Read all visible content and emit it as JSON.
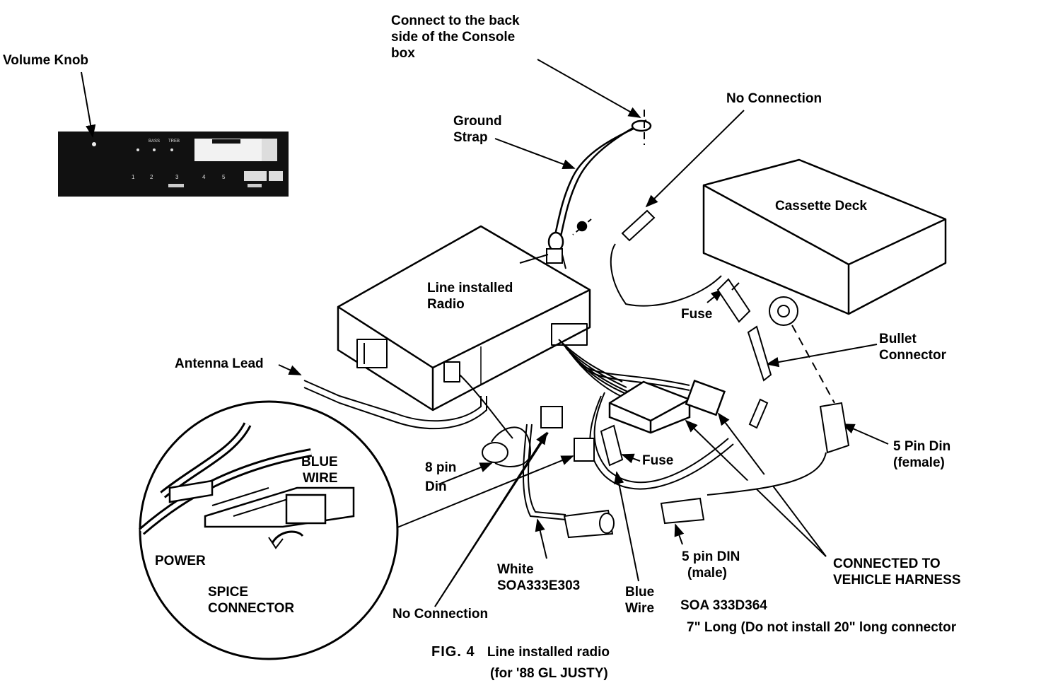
{
  "labels": {
    "volume_knob": "Volume Knob",
    "console_note": [
      "Connect to the back",
      "side of the Console",
      "box"
    ],
    "ground_strap": [
      "Ground",
      "Strap"
    ],
    "no_connection_top": "No Connection",
    "cassette_deck": "Cassette Deck",
    "radio": [
      "Line installed",
      "Radio"
    ],
    "fuse_upper": "Fuse",
    "bullet_connector": [
      "Bullet",
      "Connector"
    ],
    "antenna_lead": "Antenna Lead",
    "blue_wire_inset": [
      "BLUE",
      "WIRE"
    ],
    "pin8_din": [
      "8 pin",
      "Din"
    ],
    "fuse_lower": "Fuse",
    "pin5_din_female": [
      "5 Pin Din",
      "(female)"
    ],
    "power": "POWER",
    "spice_connector": [
      "SPICE",
      "CONNECTOR"
    ],
    "white_wire": [
      "White",
      "SOA333E303"
    ],
    "blue_wire": [
      "Blue",
      "Wire"
    ],
    "pin5_din_male": [
      "5 pin DIN",
      "(male)"
    ],
    "connected_harness": [
      "CONNECTED TO",
      "VEHICLE HARNESS"
    ],
    "no_connection_bottom": "No Connection",
    "soa_part": "SOA 333D364",
    "long_note": "7\" Long (Do not install 20\" long connector",
    "fig_number": "FIG. 4",
    "fig_title": "Line installed radio",
    "fig_subtitle": "(for '88 GL JUSTY)"
  },
  "radio_faceplate": {
    "button_labels": [
      "BASS",
      "TREB"
    ],
    "preset_numbers": [
      "1",
      "2",
      "3",
      "4",
      "5"
    ]
  },
  "colors": {
    "ink": "#000000",
    "paper": "#ffffff"
  }
}
